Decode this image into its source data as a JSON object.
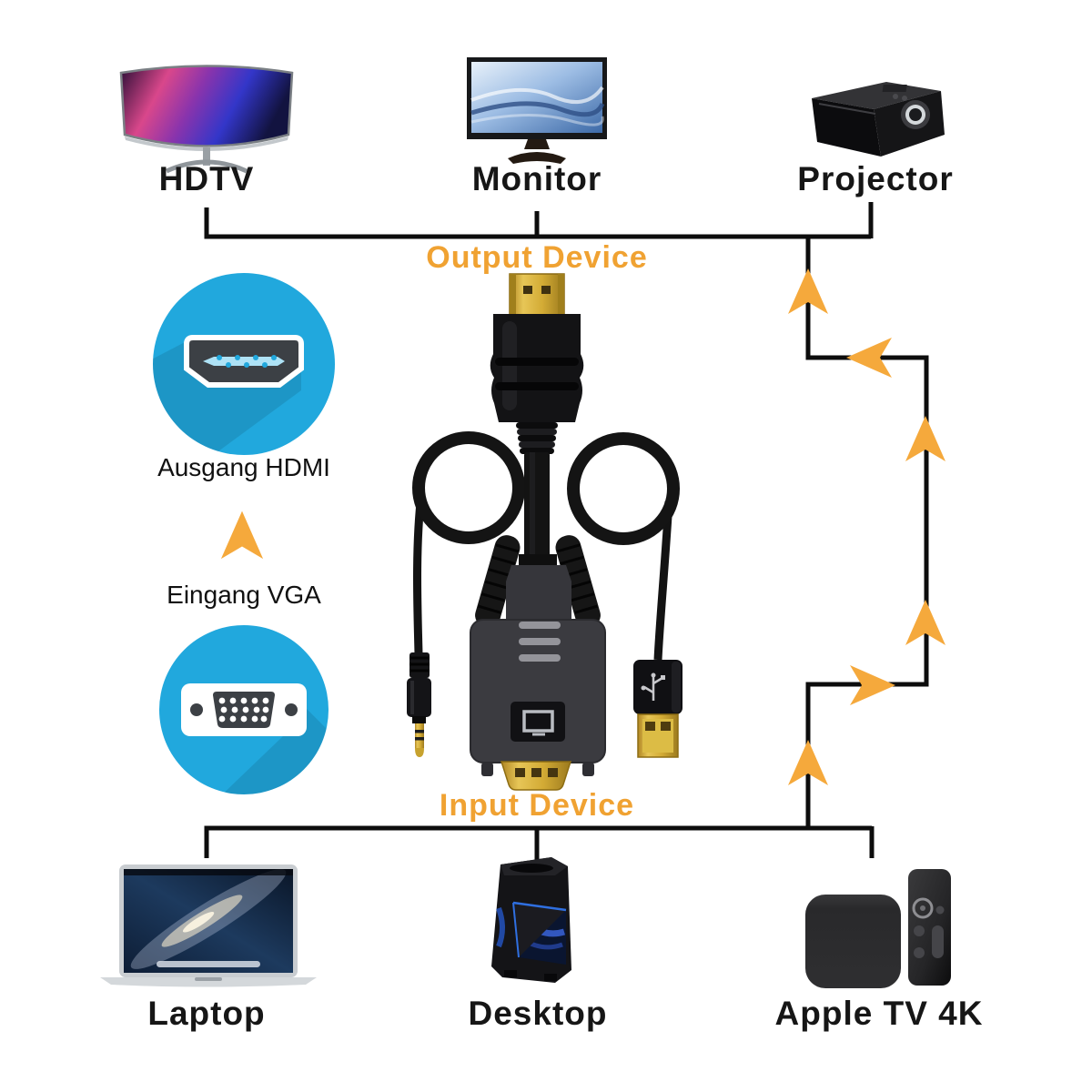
{
  "palette": {
    "orange": "#F5A93C",
    "orange_text": "#F0A232",
    "line": "#0d0d0d",
    "circle_blue": "#21A8DD",
    "port_dark": "#3c4045",
    "gold": "#d9b440"
  },
  "icons": {
    "hdmi_port": "hdmi-port-icon",
    "vga_port": "vga-port-icon",
    "flow_arrow": "arrow-up-icon"
  },
  "output_section": {
    "label": "Output Device",
    "devices": [
      {
        "name": "HDTV"
      },
      {
        "name": "Monitor"
      },
      {
        "name": "Projector"
      }
    ]
  },
  "input_section": {
    "label": "Input Device",
    "devices": [
      {
        "name": "Laptop"
      },
      {
        "name": "Desktop"
      },
      {
        "name": "Apple TV 4K"
      }
    ]
  },
  "adapter": {
    "hdmi_label": "Ausgang HDMI",
    "vga_label": "Eingang VGA"
  }
}
